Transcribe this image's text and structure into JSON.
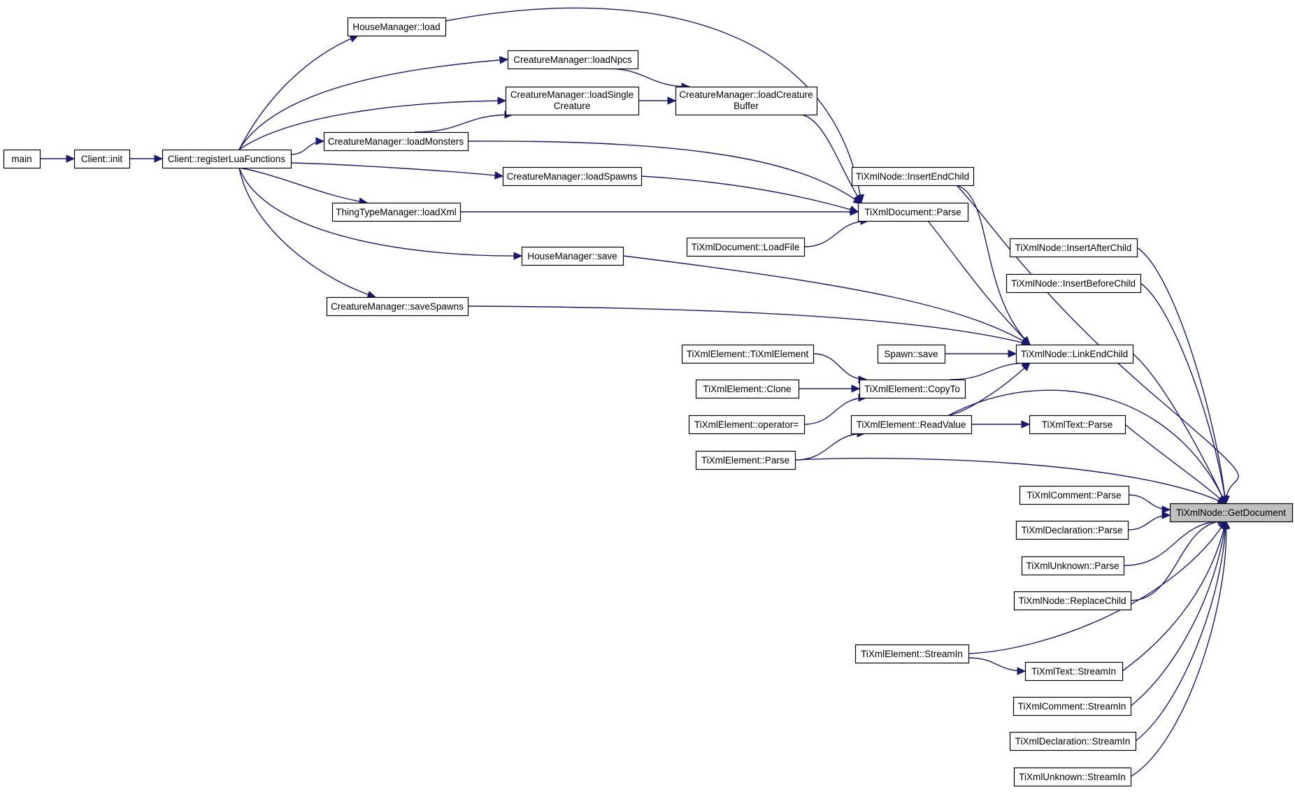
{
  "diagram": {
    "type": "call-graph",
    "root": "n_getdoc",
    "colors": {
      "edge": "#191970",
      "node_fill": "#ffffff",
      "root_fill": "#bfbfbf",
      "node_border": "#000000"
    },
    "nodes": [
      {
        "id": "n_main",
        "label": "main"
      },
      {
        "id": "n_clientinit",
        "label": "Client::init"
      },
      {
        "id": "n_reglua",
        "label": "Client::registerLuaFunctions"
      },
      {
        "id": "n_hmload",
        "label": "HouseManager::load"
      },
      {
        "id": "n_cmloadnpcs",
        "label": "CreatureManager::loadNpcs"
      },
      {
        "id": "n_cmloadsingle",
        "label": "CreatureManager::loadSingle",
        "label2": "Creature"
      },
      {
        "id": "n_cmloadbuf",
        "label": "CreatureManager::loadCreature",
        "label2": "Buffer"
      },
      {
        "id": "n_cmloadmon",
        "label": "CreatureManager::loadMonsters"
      },
      {
        "id": "n_cmloadspawns",
        "label": "CreatureManager::loadSpawns"
      },
      {
        "id": "n_ttmload",
        "label": "ThingTypeManager::loadXml"
      },
      {
        "id": "n_hmsave",
        "label": "HouseManager::save"
      },
      {
        "id": "n_cmsavespawns",
        "label": "CreatureManager::saveSpawns"
      },
      {
        "id": "n_insertend",
        "label": "TiXmlNode::InsertEndChild"
      },
      {
        "id": "n_docparse",
        "label": "TiXmlDocument::Parse"
      },
      {
        "id": "n_loadfile",
        "label": "TiXmlDocument::LoadFile"
      },
      {
        "id": "n_insertafter",
        "label": "TiXmlNode::InsertAfterChild"
      },
      {
        "id": "n_insertbefore",
        "label": "TiXmlNode::InsertBeforeChild"
      },
      {
        "id": "n_spawnsave",
        "label": "Spawn::save"
      },
      {
        "id": "n_linkend",
        "label": "TiXmlNode::LinkEndChild"
      },
      {
        "id": "n_elctor",
        "label": "TiXmlElement::TiXmlElement"
      },
      {
        "id": "n_elclone",
        "label": "TiXmlElement::Clone"
      },
      {
        "id": "n_elcopyto",
        "label": "TiXmlElement::CopyTo"
      },
      {
        "id": "n_elop",
        "label": "TiXmlElement::operator="
      },
      {
        "id": "n_elreadval",
        "label": "TiXmlElement::ReadValue"
      },
      {
        "id": "n_textparse",
        "label": "TiXmlText::Parse"
      },
      {
        "id": "n_elparse",
        "label": "TiXmlElement::Parse"
      },
      {
        "id": "n_commparse",
        "label": "TiXmlComment::Parse"
      },
      {
        "id": "n_getdoc",
        "label": "TiXmlNode::GetDocument"
      },
      {
        "id": "n_declparse",
        "label": "TiXmlDeclaration::Parse"
      },
      {
        "id": "n_unkparse",
        "label": "TiXmlUnknown::Parse"
      },
      {
        "id": "n_replace",
        "label": "TiXmlNode::ReplaceChild"
      },
      {
        "id": "n_elstream",
        "label": "TiXmlElement::StreamIn"
      },
      {
        "id": "n_textstream",
        "label": "TiXmlText::StreamIn"
      },
      {
        "id": "n_commstream",
        "label": "TiXmlComment::StreamIn"
      },
      {
        "id": "n_declstream",
        "label": "TiXmlDeclaration::StreamIn"
      },
      {
        "id": "n_unkstream",
        "label": "TiXmlUnknown::StreamIn"
      }
    ],
    "edges": [
      {
        "from": "n_main",
        "to": "n_clientinit"
      },
      {
        "from": "n_clientinit",
        "to": "n_reglua"
      },
      {
        "from": "n_reglua",
        "to": "n_hmload"
      },
      {
        "from": "n_reglua",
        "to": "n_cmloadnpcs"
      },
      {
        "from": "n_reglua",
        "to": "n_cmloadsingle"
      },
      {
        "from": "n_reglua",
        "to": "n_cmloadmon"
      },
      {
        "from": "n_reglua",
        "to": "n_cmloadspawns"
      },
      {
        "from": "n_reglua",
        "to": "n_ttmload"
      },
      {
        "from": "n_reglua",
        "to": "n_hmsave"
      },
      {
        "from": "n_reglua",
        "to": "n_cmsavespawns"
      },
      {
        "from": "n_cmloadnpcs",
        "to": "n_cmloadbuf"
      },
      {
        "from": "n_cmloadmon",
        "to": "n_cmloadsingle"
      },
      {
        "from": "n_cmloadsingle",
        "to": "n_cmloadbuf"
      },
      {
        "from": "n_hmload",
        "to": "n_docparse"
      },
      {
        "from": "n_cmloadbuf",
        "to": "n_docparse"
      },
      {
        "from": "n_cmloadmon",
        "to": "n_docparse"
      },
      {
        "from": "n_cmloadspawns",
        "to": "n_docparse"
      },
      {
        "from": "n_ttmload",
        "to": "n_docparse"
      },
      {
        "from": "n_loadfile",
        "to": "n_docparse"
      },
      {
        "from": "n_hmsave",
        "to": "n_linkend"
      },
      {
        "from": "n_cmsavespawns",
        "to": "n_linkend"
      },
      {
        "from": "n_docparse",
        "to": "n_linkend"
      },
      {
        "from": "n_insertend",
        "to": "n_linkend"
      },
      {
        "from": "n_spawnsave",
        "to": "n_linkend"
      },
      {
        "from": "n_elcopyto",
        "to": "n_linkend"
      },
      {
        "from": "n_elreadval",
        "to": "n_linkend"
      },
      {
        "from": "n_elctor",
        "to": "n_elcopyto"
      },
      {
        "from": "n_elclone",
        "to": "n_elcopyto"
      },
      {
        "from": "n_elop",
        "to": "n_elcopyto"
      },
      {
        "from": "n_elparse",
        "to": "n_elreadval"
      },
      {
        "from": "n_elreadval",
        "to": "n_textparse"
      },
      {
        "from": "n_elstream",
        "to": "n_textstream"
      },
      {
        "from": "n_insertend",
        "to": "n_getdoc"
      },
      {
        "from": "n_insertafter",
        "to": "n_getdoc"
      },
      {
        "from": "n_insertbefore",
        "to": "n_getdoc"
      },
      {
        "from": "n_linkend",
        "to": "n_getdoc"
      },
      {
        "from": "n_elreadval",
        "to": "n_getdoc"
      },
      {
        "from": "n_textparse",
        "to": "n_getdoc"
      },
      {
        "from": "n_elparse",
        "to": "n_getdoc"
      },
      {
        "from": "n_commparse",
        "to": "n_getdoc"
      },
      {
        "from": "n_declparse",
        "to": "n_getdoc"
      },
      {
        "from": "n_unkparse",
        "to": "n_getdoc"
      },
      {
        "from": "n_replace",
        "to": "n_getdoc"
      },
      {
        "from": "n_elstream",
        "to": "n_getdoc"
      },
      {
        "from": "n_textstream",
        "to": "n_getdoc"
      },
      {
        "from": "n_commstream",
        "to": "n_getdoc"
      },
      {
        "from": "n_declstream",
        "to": "n_getdoc"
      },
      {
        "from": "n_unkstream",
        "to": "n_getdoc"
      }
    ]
  }
}
